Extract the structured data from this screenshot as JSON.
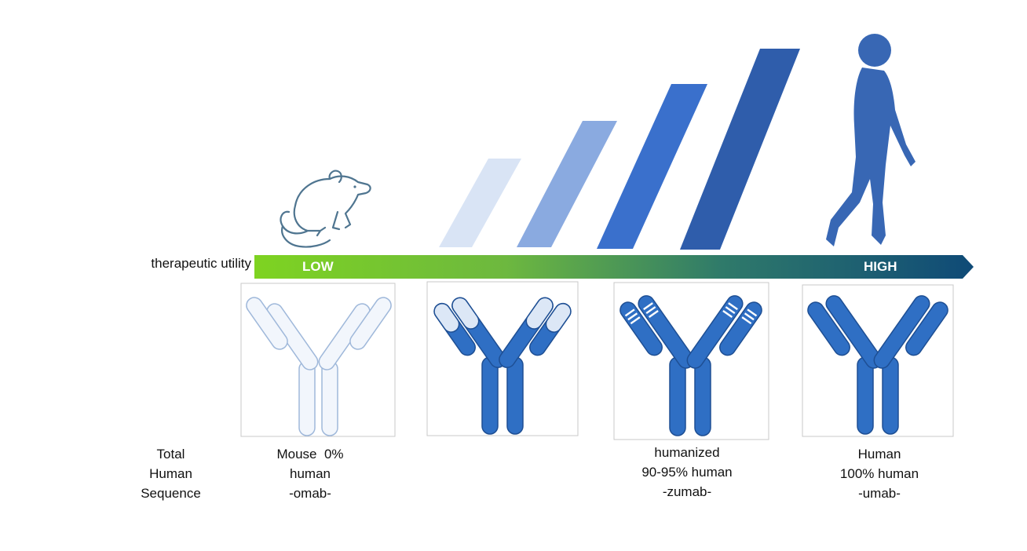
{
  "scale": {
    "left_label": "therapeutic utility",
    "low_label": "LOW",
    "high_label": "HIGH",
    "gradient_start": "#7ed321",
    "gradient_end": "#0f4a77"
  },
  "colors": {
    "mouse_fill": "#f2f6fc",
    "mouse_stroke": "#9fb8da",
    "human_fill": "#2f6fc4",
    "human_stroke": "#1e4f94",
    "bar1": "#d9e4f5",
    "bar2": "#8aaae0",
    "bar3": "#3a70cc",
    "bar4": "#2f5dab",
    "silhouette": "#3867b4",
    "mouse_icon": "#4f7590"
  },
  "row_label": {
    "line1": "Total",
    "line2": "Human",
    "line3": "Sequence"
  },
  "antibodies": [
    {
      "id": "mouse",
      "line1": "Mouse  0%",
      "line2": "human",
      "line3": "-omab-"
    },
    {
      "id": "chimeric",
      "line1": "",
      "line2": "",
      "line3": ""
    },
    {
      "id": "humanized",
      "line1": "humanized",
      "line2": "90-95% human",
      "line3": "-zumab-"
    },
    {
      "id": "human",
      "line1": "Human",
      "line2": "100% human",
      "line3": "-umab-"
    }
  ]
}
